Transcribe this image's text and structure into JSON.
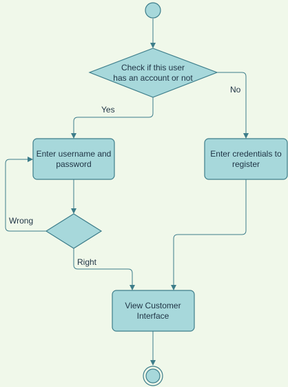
{
  "diagram": {
    "decision_check": {
      "line1": "Check if this user",
      "line2": "has an account or not"
    },
    "action_login": {
      "line1": "Enter username and",
      "line2": "password"
    },
    "action_register": {
      "line1": "Enter credentials to",
      "line2": "register"
    },
    "action_view": {
      "line1": "View Customer",
      "line2": "Interface"
    },
    "edge_labels": {
      "yes": "Yes",
      "no": "No",
      "wrong": "Wrong",
      "right": "Right"
    },
    "colors": {
      "background": "#f0f8ea",
      "node_fill": "#a7d8db",
      "node_stroke": "#3d7d8a",
      "text": "#1e3344"
    }
  }
}
